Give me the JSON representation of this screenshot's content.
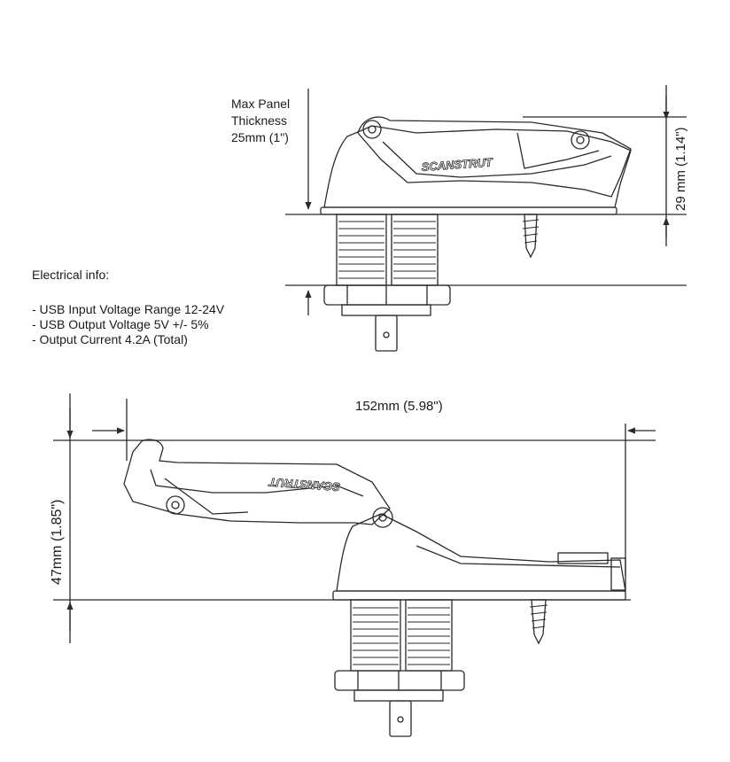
{
  "panel_label": [
    "Max Panel",
    "Thickness",
    "25mm (1\")"
  ],
  "electrical": {
    "heading": "Electrical info:",
    "items": [
      "- USB Input Voltage Range 12-24V",
      "- USB Output Voltage 5V +/-  5%",
      "- Output Current 4.2A (Total)"
    ]
  },
  "dimensions": {
    "closed_height": "29 mm (1.14\")",
    "open_height": "47mm (1.85\")",
    "open_length": "152mm (5.98\")"
  },
  "brand": "SCANSTRUT",
  "colors": {
    "line": "#2a2a2a",
    "background": "#ffffff"
  }
}
